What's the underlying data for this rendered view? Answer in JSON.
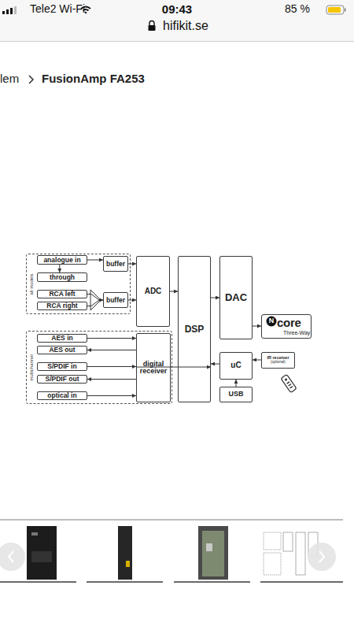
{
  "diagram": {
    "nodes": [
      {
        "text": [
          "all models"
        ]
      },
      {
        "text": [
          "analogue in"
        ],
        "in": 0
      },
      {
        "text": [
          "through"
        ],
        "in": 0
      },
      {
        "text": [
          "RCA left"
        ],
        "in": 0
      },
      {
        "text": [
          "RCA right"
        ],
        "in": 0
      },
      {
        "text": [
          "buffer"
        ],
        "in": 0
      },
      {
        "text": [
          "buffer"
        ],
        "in": 0
      },
      {
        "text": [
          "ADC"
        ]
      },
      {
        "text": [
          "multichannel"
        ]
      },
      {
        "text": [
          "AES in"
        ],
        "in": 8
      },
      {
        "text": [
          "AES out"
        ],
        "in": 8
      },
      {
        "text": [
          "S/PDIF in"
        ],
        "in": 8
      },
      {
        "text": [
          "S/PDIF out"
        ],
        "in": 8
      },
      {
        "text": [
          "optical in"
        ],
        "in": 8
      },
      {
        "text": [
          "digital receiver"
        ],
        "in": 8
      },
      {
        "text": [
          "DSP"
        ]
      },
      {
        "text": [
          "DAC"
        ]
      },
      {
        "text": [
          "core",
          "Three-Way"
        ]
      },
      {
        "text": [
          "uC"
        ]
      },
      {
        "text": [
          "IR receiver",
          "(optional)"
        ]
      },
      {
        "text": [
          "USB"
        ]
      }
    ],
    "edges": [
      {
        "from": 1,
        "to": 5,
        "arrow": "to"
      },
      {
        "from": 1,
        "to": 2,
        "arrow": "to"
      },
      {
        "from": 3,
        "to": 6,
        "arrow": "to"
      },
      {
        "from": 4,
        "to": 6,
        "arrow": "to"
      },
      {
        "from": 5,
        "to": 7,
        "arrow": "to"
      },
      {
        "from": 6,
        "to": 7,
        "arrow": "to"
      },
      {
        "from": 7,
        "to": 15,
        "arrow": "to"
      },
      {
        "from": 15,
        "to": 16,
        "arrow": "to"
      },
      {
        "from": 16,
        "to": 17,
        "arrow": "to"
      },
      {
        "from": 9,
        "to": 14,
        "arrow": "to"
      },
      {
        "from": 14,
        "to": 10,
        "arrow": "to"
      },
      {
        "from": 11,
        "to": 14,
        "arrow": "to"
      },
      {
        "from": 14,
        "to": 12,
        "arrow": "to"
      },
      {
        "from": 13,
        "to": 14,
        "arrow": "to"
      },
      {
        "from": 14,
        "to": 15,
        "arrow": "to"
      },
      {
        "from": 18,
        "to": 15,
        "arrow": "to"
      },
      {
        "from": 19,
        "to": 18,
        "arrow": "to"
      },
      {
        "from": 20,
        "to": 18,
        "arrow": "to"
      }
    ],
    "labels": [
      "Tele2 Wi-Fi",
      "09:43",
      "hifikit.se",
      "85 %",
      "lem",
      "FusionAmp FA253",
      "N"
    ]
  }
}
